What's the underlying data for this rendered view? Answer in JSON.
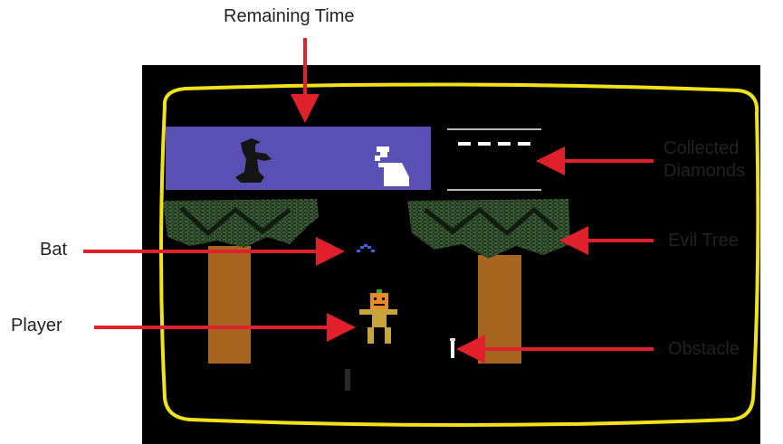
{
  "annotations": {
    "remaining_time": "Remaining Time",
    "collected_diamonds_line1": "Collected",
    "collected_diamonds_line2": "Diamonds",
    "evil_tree": "Evil Tree",
    "bat": "Bat",
    "player": "Player",
    "obstacle": "Obstacle"
  },
  "hud": {
    "collected_diamonds_count": 4
  },
  "colors": {
    "background": "#000000",
    "screen_border": "#f2e21a",
    "time_bar": "#5a4fb5",
    "tree_foliage": "#2f4a2c",
    "tree_trunk": "#a8651f",
    "bat": "#3a63d6",
    "arrow": "#e0202a",
    "diamond": "#ffffff"
  },
  "icons": {
    "time_bar_left": "witch-silhouette-icon",
    "time_bar_right": "ghost-icon",
    "player": "pumpkin-head-player-icon",
    "bat": "bat-icon",
    "obstacle": "candle-obstacle-icon"
  }
}
